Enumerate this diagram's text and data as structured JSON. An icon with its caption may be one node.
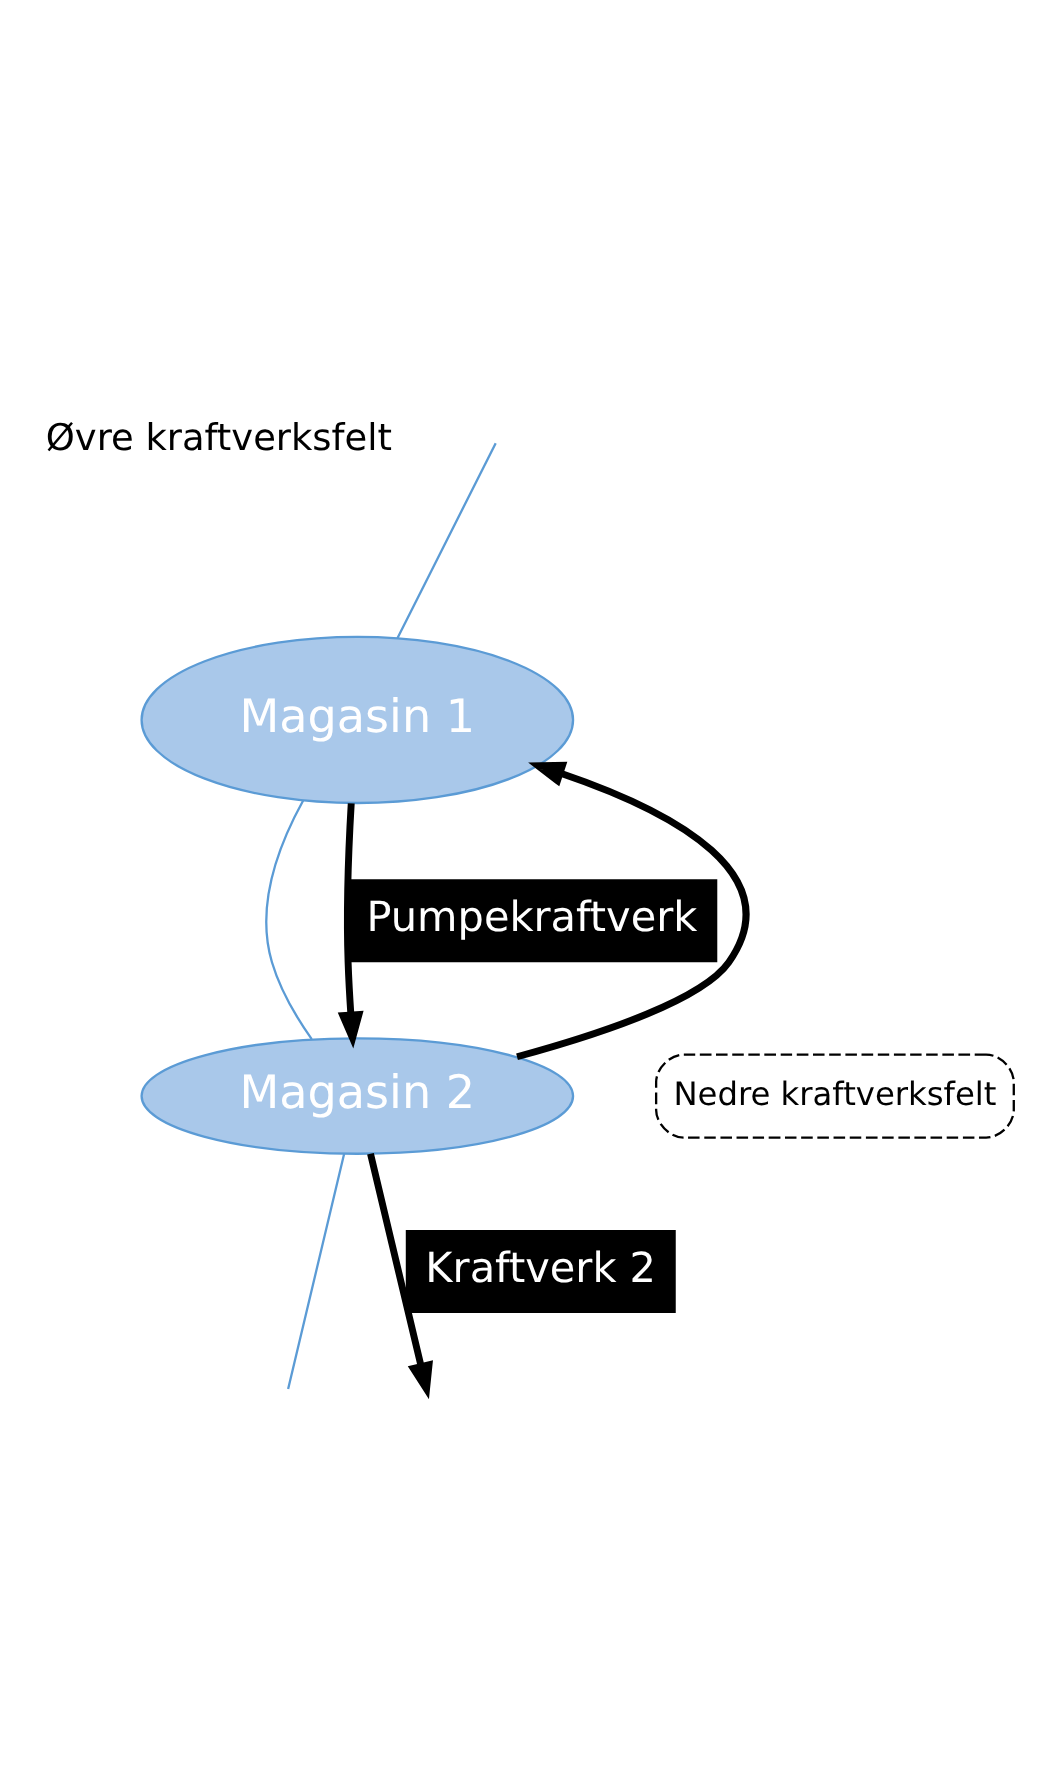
{
  "diagram": {
    "nodes": [
      {
        "text": [
          "Magasin 1"
        ]
      },
      {
        "text": [
          "Nedre kraftverksfelt"
        ]
      },
      {
        "text": [
          "Magasin 2"
        ]
      }
    ],
    "edges": [
      {
        "from": null,
        "to": 0,
        "arrow": "none",
        "color": "#5b9bd5"
      },
      {
        "from": 0,
        "to": 2,
        "arrow": "none",
        "color": "#5b9bd5"
      },
      {
        "from": 2,
        "to": null,
        "arrow": "none",
        "color": "#5b9bd5"
      },
      {
        "from": 0,
        "to": 2,
        "arrow": "to",
        "label": "Pumpekraftverk",
        "style": "thick",
        "color": "#000000"
      },
      {
        "from": 2,
        "to": 0,
        "arrow": "to",
        "style": "thick",
        "color": "#000000"
      },
      {
        "from": 2,
        "to": null,
        "arrow": "to",
        "label": "Kraftverk 2",
        "style": "thick",
        "color": "#000000"
      }
    ],
    "labels": [
      "Øvre kraftverksfelt"
    ]
  }
}
